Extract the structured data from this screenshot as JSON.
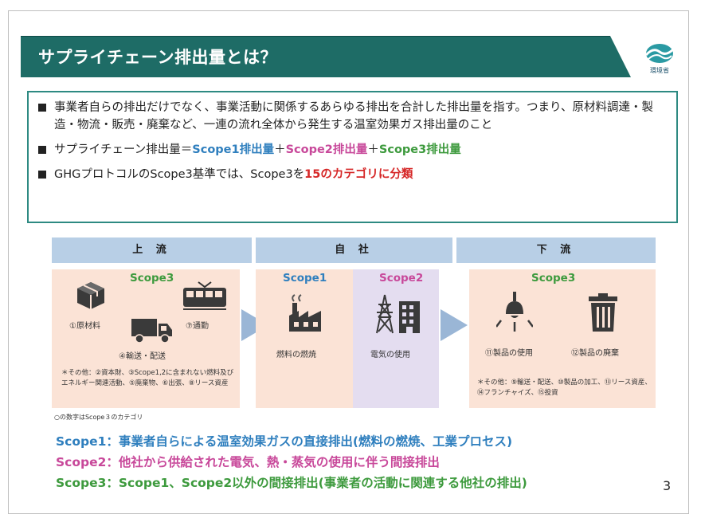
{
  "title": "サプライチェーン排出量とは？",
  "logo_text": "環境省",
  "summary": {
    "bullet1": "事業者自らの排出だけでなく、事業活動に関係するあらゆる排出を合計した排出量を指す。つまり、原材料調達・製造・物流・販売・廃棄など、一連の流れ全体から発生する温室効果ガス排出量のこと",
    "bullet2": {
      "prefix": "サプライチェーン排出量＝",
      "s1": "Scope1排出量",
      "plus1": "＋",
      "s2": "Scope2排出量",
      "plus2": "＋",
      "s3": "Scope3排出量"
    },
    "bullet3": {
      "prefix": "GHGプロトコルのScope3基準では、Scope3を",
      "highlight": "15のカテゴリに分類"
    }
  },
  "headers": {
    "upstream": "上 流",
    "company": "自 社",
    "downstream": "下 流"
  },
  "upstream": {
    "scope": "Scope3",
    "item1": "①原材料",
    "item2": "⑦通勤",
    "item3": "④輸送・配送",
    "note": "＊その他：②資本財、③Scope1,2に含まれない燃料及びエネルギー関連活動、⑤廃棄物、⑥出張、⑧リース資産"
  },
  "company": {
    "scope1": "Scope1",
    "scope1_item": "燃料の燃焼",
    "scope2": "Scope2",
    "scope2_item": "電気の使用"
  },
  "downstream": {
    "scope": "Scope3",
    "item1": "⑪製品の使用",
    "item2": "⑫製品の廃棄",
    "note": "＊その他：⑨輸送・配送、⑩製品の加工、⑬リース資産、⑭フランチャイズ、⑮投資"
  },
  "footnote": "○の数字はScope３のカテゴリ",
  "definitions": {
    "scope1": "Scope1：事業者自らによる温室効果ガスの直接排出(燃料の燃焼、工業プロセス)",
    "scope2": "Scope2：他社から供給された電気、熱・蒸気の使用に伴う間接排出",
    "scope3": "Scope3：Scope1、Scope2以外の間接排出(事業者の活動に関連する他社の排出)"
  },
  "page_number": "3",
  "colors": {
    "banner": "#1e6c66",
    "scope1": "#2f7fbe",
    "scope2": "#c8489a",
    "scope3": "#3d9a3d",
    "highlight": "#d62828",
    "header": "#b8cfe6",
    "panel_warm": "#fbe3d6",
    "panel_purple": "#e4ddf0",
    "arrow": "#9ab6d6"
  }
}
